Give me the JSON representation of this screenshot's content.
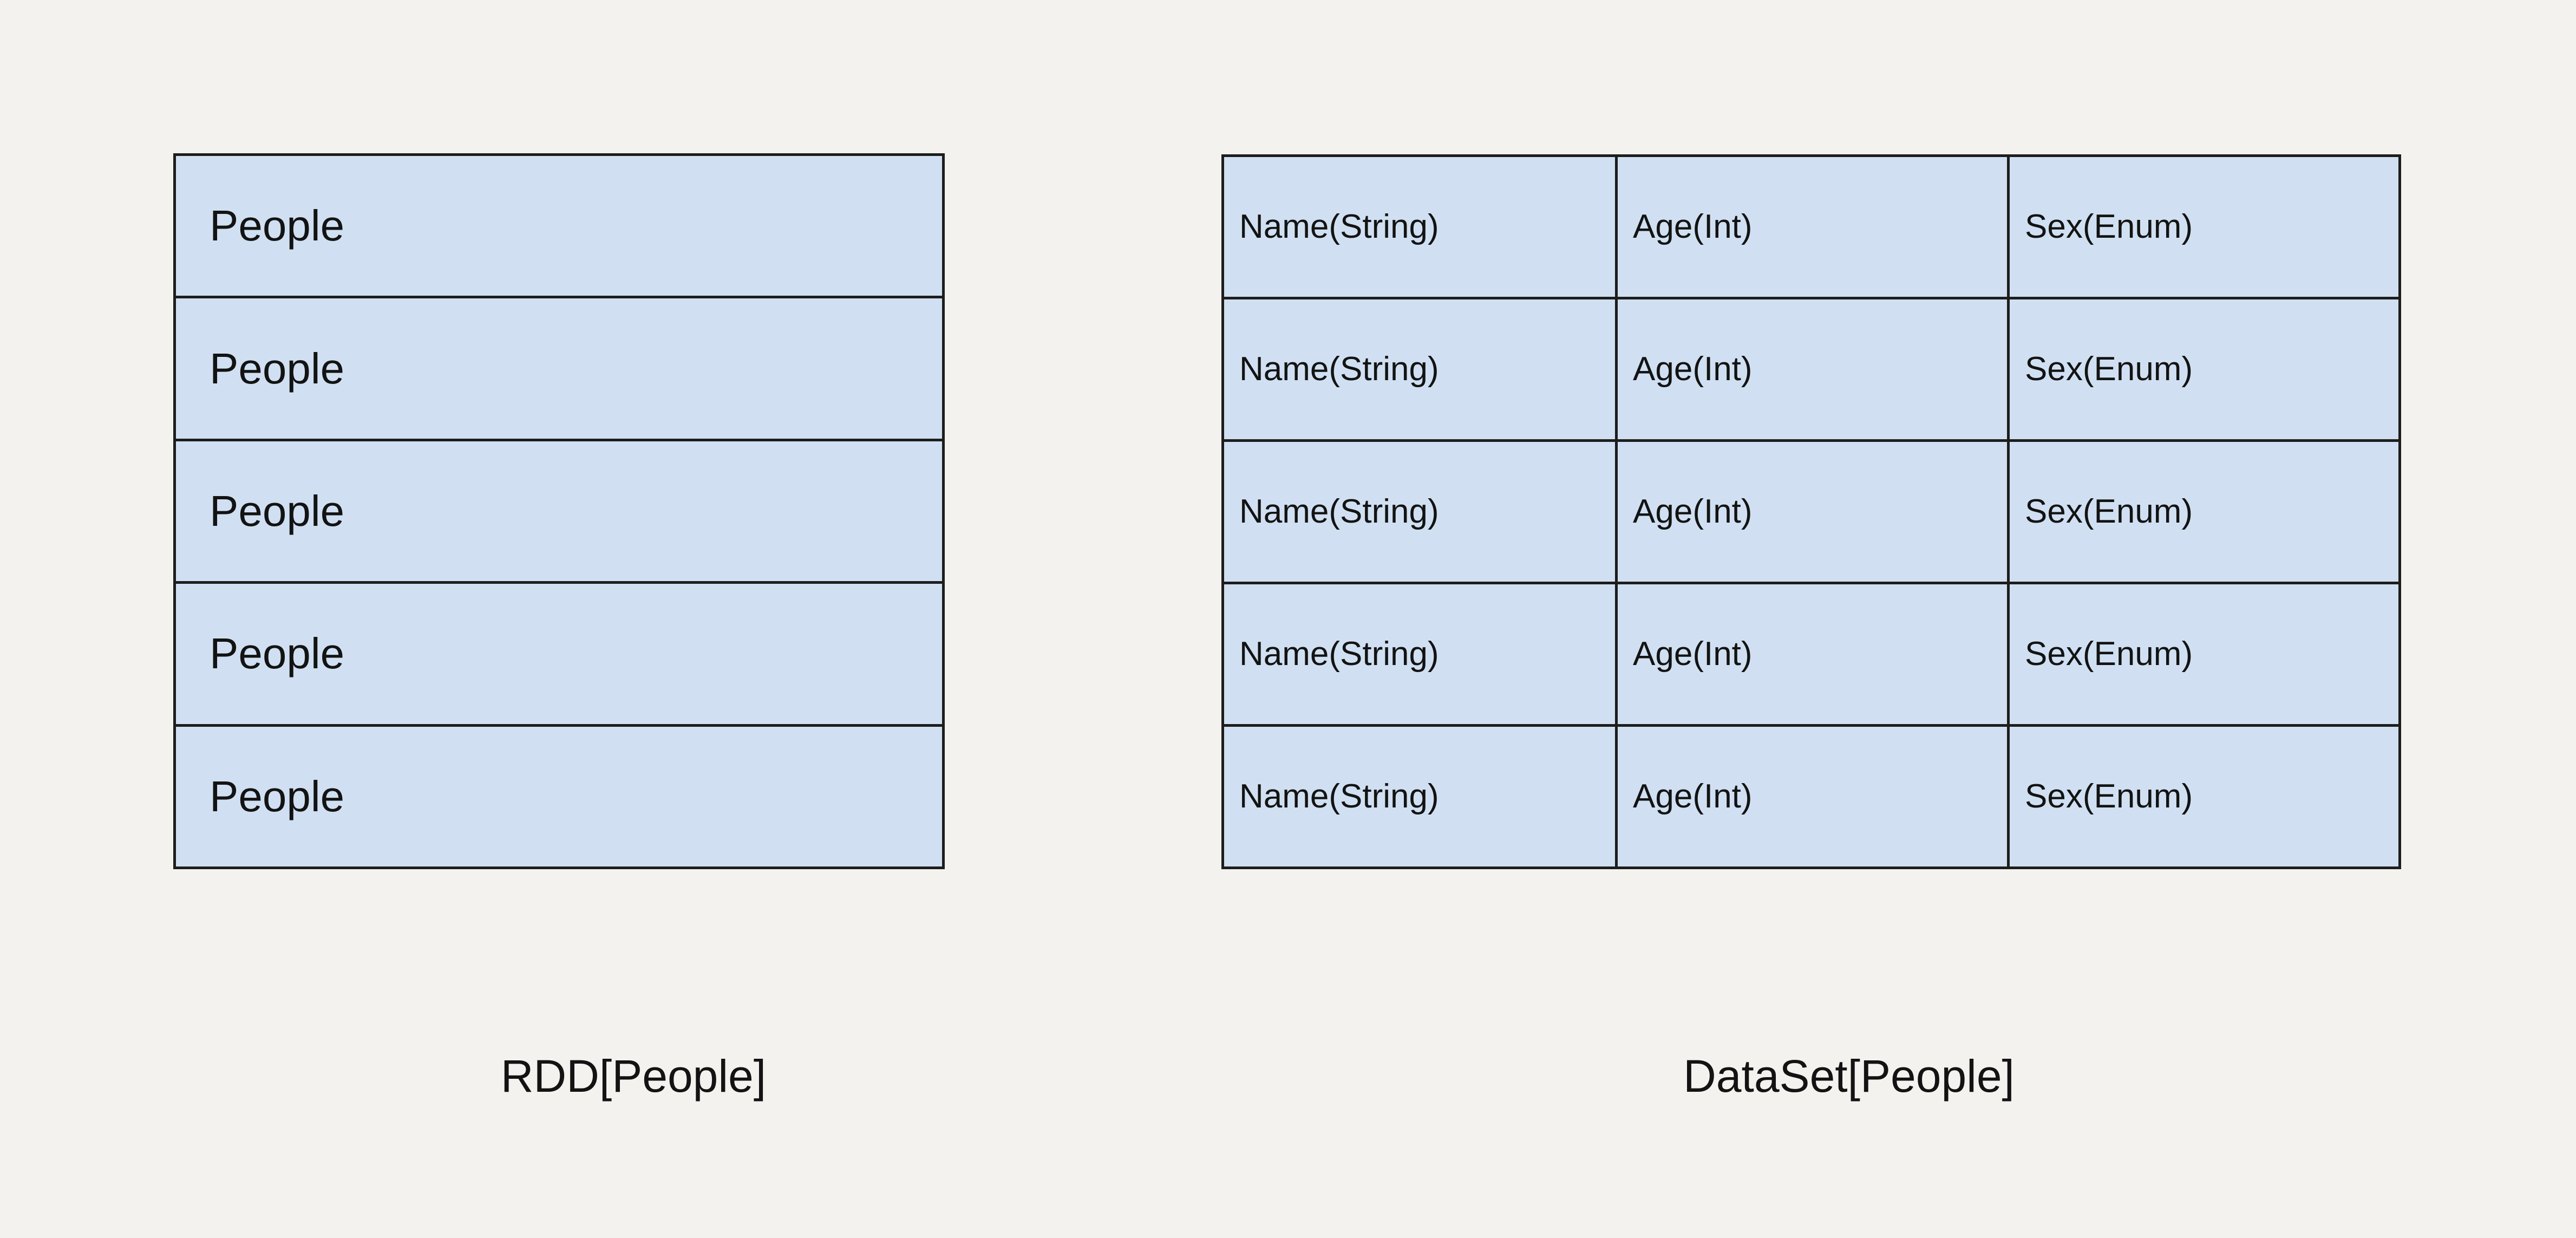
{
  "theme": {
    "background_color": "#f4f2ee",
    "cell_fill_color": "#d0e0f2",
    "border_color": "#1d1d1d",
    "text_color": "#131313"
  },
  "diagram": {
    "type": "comparison",
    "panels": [
      {
        "id": "rdd",
        "caption": "RDD[People]",
        "structure": "single-column-rows",
        "row_count": 5,
        "rows": [
          {
            "cells": [
              "People"
            ]
          },
          {
            "cells": [
              "People"
            ]
          },
          {
            "cells": [
              "People"
            ]
          },
          {
            "cells": [
              "People"
            ]
          },
          {
            "cells": [
              "People"
            ]
          }
        ]
      },
      {
        "id": "dataset",
        "caption": "DataSet[People]",
        "structure": "three-column-table",
        "row_count": 5,
        "column_count": 3,
        "column_labels": [
          "Name(String)",
          "Age(Int)",
          "Sex(Enum)"
        ],
        "rows": [
          {
            "cells": [
              "Name(String)",
              "Age(Int)",
              "Sex(Enum)"
            ]
          },
          {
            "cells": [
              "Name(String)",
              "Age(Int)",
              "Sex(Enum)"
            ]
          },
          {
            "cells": [
              "Name(String)",
              "Age(Int)",
              "Sex(Enum)"
            ]
          },
          {
            "cells": [
              "Name(String)",
              "Age(Int)",
              "Sex(Enum)"
            ]
          },
          {
            "cells": [
              "Name(String)",
              "Age(Int)",
              "Sex(Enum)"
            ]
          }
        ]
      }
    ]
  }
}
